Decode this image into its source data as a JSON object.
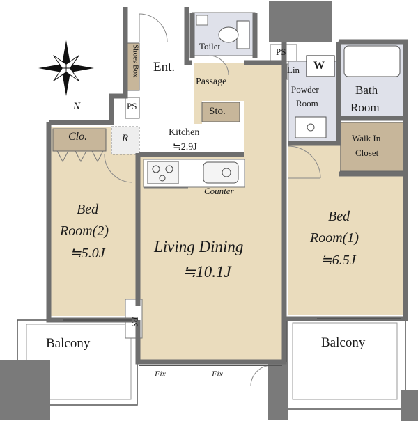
{
  "rooms": {
    "toilet": "Toilet",
    "ps_top": "PS",
    "lin": "Lin",
    "washer": "W",
    "shoes_box": "Shoes Box",
    "ent": "Ent.",
    "passage": "Passage",
    "powder_room": [
      "Powder",
      "Room"
    ],
    "bath_room": [
      "Bath",
      "Room"
    ],
    "ps_left": "PS",
    "sto": "Sto.",
    "clo": "Clo.",
    "r": "R",
    "kitchen": "Kitchen",
    "kitchen_size": "≒2.9J",
    "walk_in_closet": [
      "Walk In",
      "Closet"
    ],
    "counter": "Counter",
    "bedroom2": [
      "Bed",
      "Room(2)",
      "≒5.0J"
    ],
    "living_dining": "Living Dining",
    "living_size": "≒10.1J",
    "bedroom1": [
      "Bed",
      "Room(1)",
      "≒6.5J"
    ],
    "ps_bottom": "PS",
    "balcony_left": "Balcony",
    "balcony_right": "Balcony",
    "fix_left": "Fix",
    "fix_right": "Fix"
  },
  "compass": {
    "north": "N"
  },
  "colors": {
    "wall": "#6e6e6e",
    "floor_wood": "#eadcbd",
    "floor_wet": "#dfe1ea",
    "storage": "#c7b69a",
    "outline": "#555555"
  }
}
